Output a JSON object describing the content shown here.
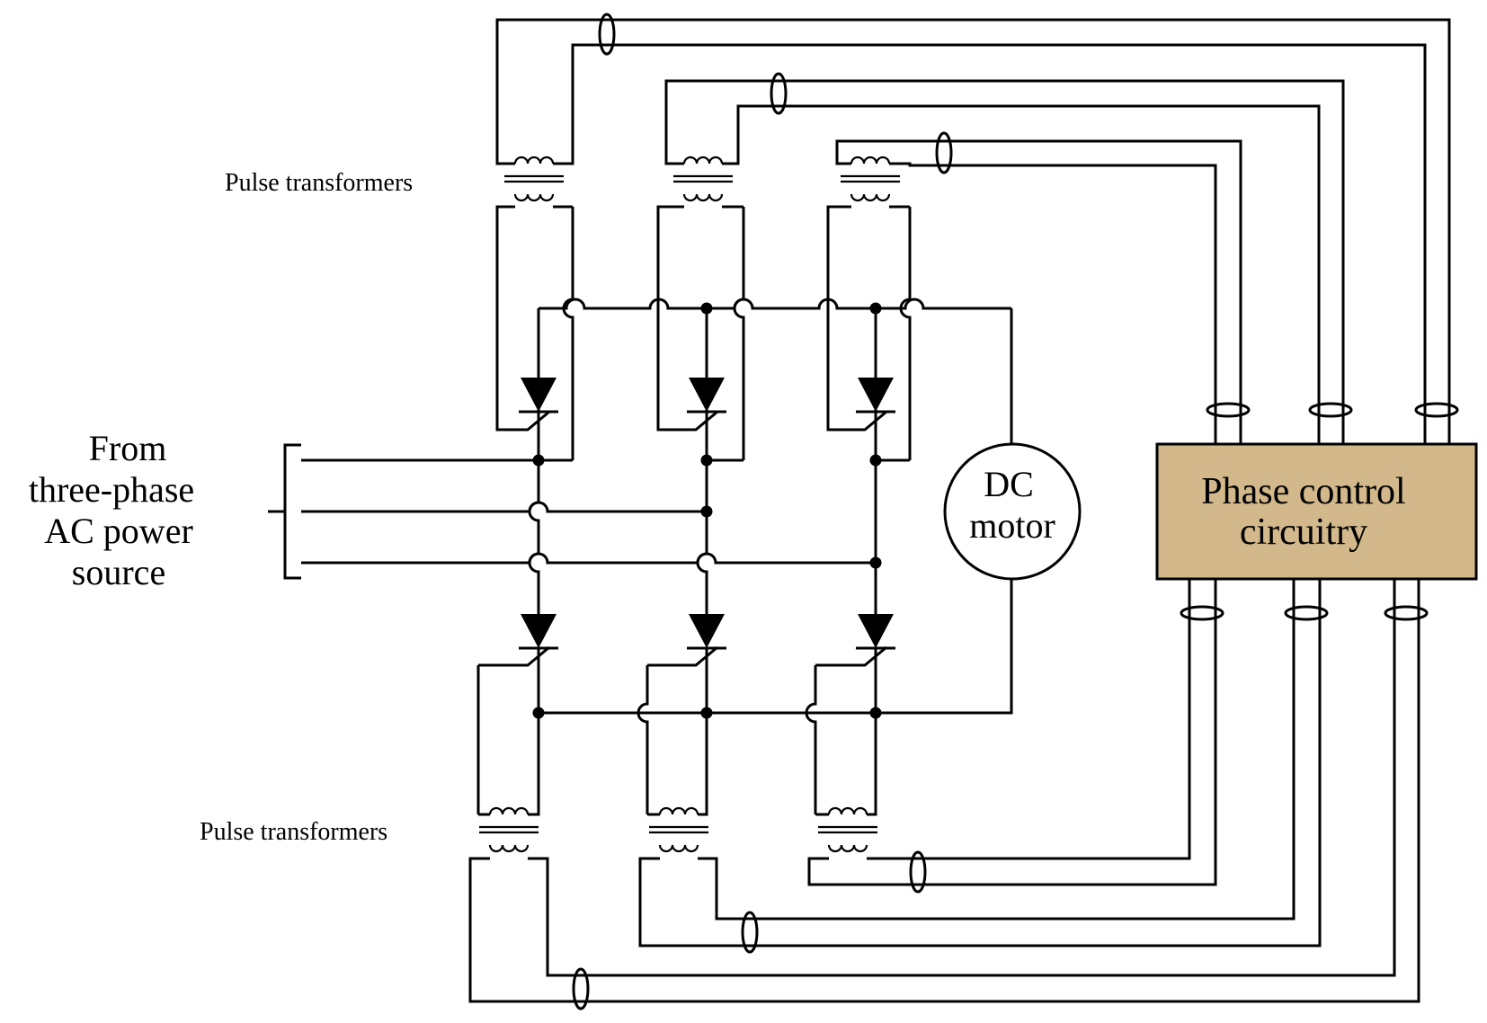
{
  "labels": {
    "pulse_top": "Pulse transformers",
    "pulse_bottom": "Pulse transformers",
    "source_lines": [
      "From",
      "three-phase",
      "AC power",
      "source"
    ],
    "motor_lines": [
      "DC",
      "motor"
    ],
    "control_lines": [
      "Phase control",
      "circuitry"
    ]
  },
  "colors": {
    "wire": "#000000",
    "control_box_fill": "#D2B88A",
    "bracket": "#2B4FD6"
  },
  "components": {
    "thyristors": 6,
    "pulse_transformers": 6
  }
}
